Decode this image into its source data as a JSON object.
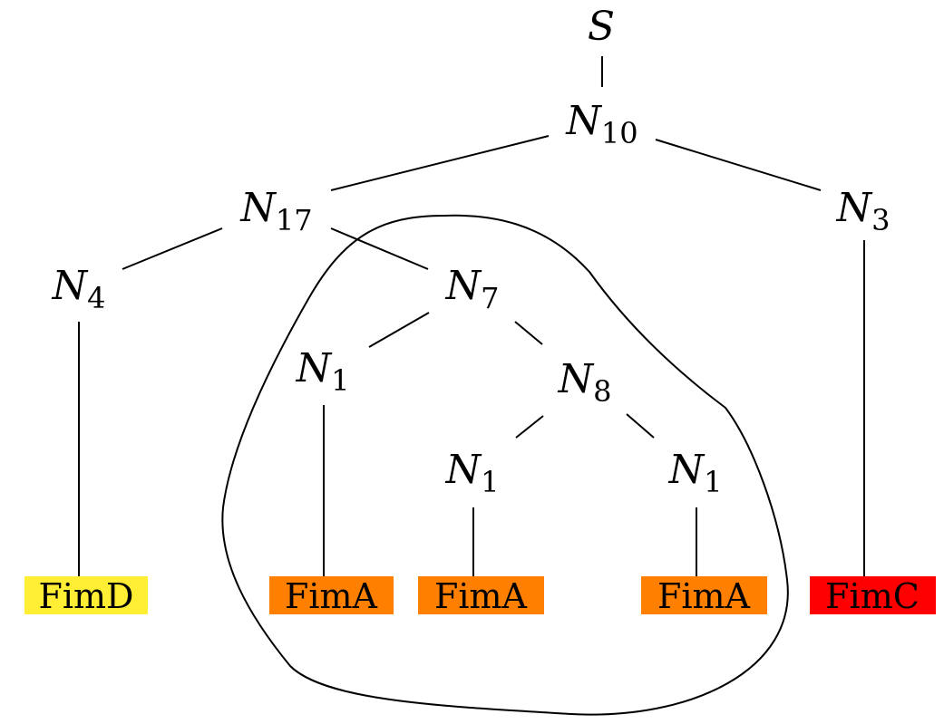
{
  "tree": {
    "nodes": {
      "root": {
        "base": "S",
        "sub": ""
      },
      "n10": {
        "base": "N",
        "sub": "10"
      },
      "n17": {
        "base": "N",
        "sub": "17"
      },
      "n3": {
        "base": "N",
        "sub": "3"
      },
      "n4": {
        "base": "N",
        "sub": "4"
      },
      "n7": {
        "base": "N",
        "sub": "7"
      },
      "n1_left": {
        "base": "N",
        "sub": "1"
      },
      "n8": {
        "base": "N",
        "sub": "8"
      },
      "n1_mid": {
        "base": "N",
        "sub": "1"
      },
      "n1_right": {
        "base": "N",
        "sub": "1"
      }
    },
    "leaves": {
      "fimd": {
        "label": "FimD",
        "color": "#ffee33"
      },
      "fima_1": {
        "label": "FimA",
        "color": "#ff8000"
      },
      "fima_2": {
        "label": "FimA",
        "color": "#ff8000"
      },
      "fima_3": {
        "label": "FimA",
        "color": "#ff8000"
      },
      "fimc": {
        "label": "FimC",
        "color": "#ff0000"
      }
    }
  }
}
